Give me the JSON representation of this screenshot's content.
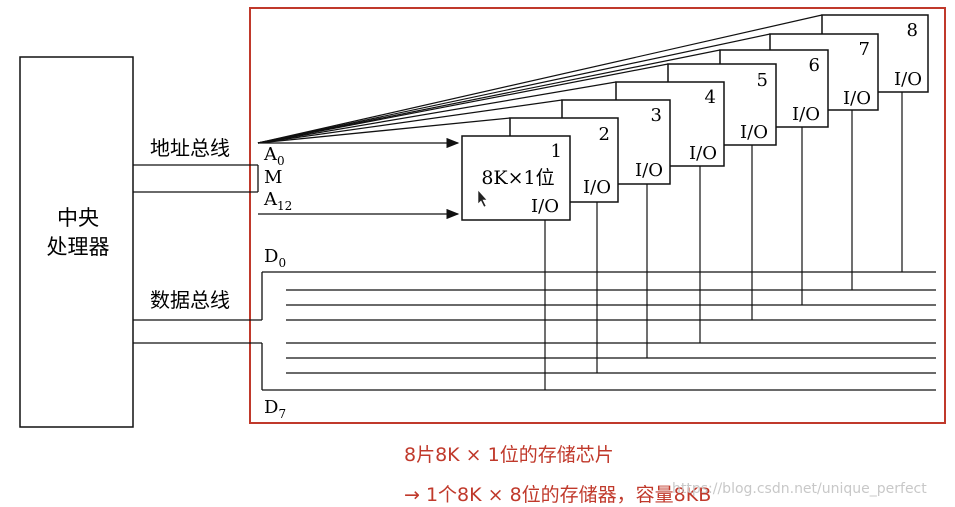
{
  "cpu_label_line1": "中央",
  "cpu_label_line2": "处理器",
  "address_bus_label": "地址总线",
  "data_bus_label": "数据总线",
  "address_pins": {
    "a0": "A",
    "a0_sub": "0",
    "m": "M",
    "a12": "A",
    "a12_sub": "12"
  },
  "data_pins": {
    "d0": "D",
    "d0_sub": "0",
    "d7": "D",
    "d7_sub": "7"
  },
  "chips": [
    {
      "number": "1",
      "spec": "8K×1位",
      "io": "I/O"
    },
    {
      "number": "2",
      "io": "I/O"
    },
    {
      "number": "3",
      "io": "I/O"
    },
    {
      "number": "4",
      "io": "I/O"
    },
    {
      "number": "5",
      "io": "I/O"
    },
    {
      "number": "6",
      "io": "I/O"
    },
    {
      "number": "7",
      "io": "I/O"
    },
    {
      "number": "8",
      "io": "I/O"
    }
  ],
  "caption_line1": "8片8K × 1位的存储芯片",
  "caption_line2": "→  1个8K × 8位的存储器，容量8KB",
  "watermark": "https://blog.csdn.net/unique_perfect",
  "colors": {
    "frame": "#c0392b",
    "caption": "#c0392b",
    "line": "#111111"
  }
}
